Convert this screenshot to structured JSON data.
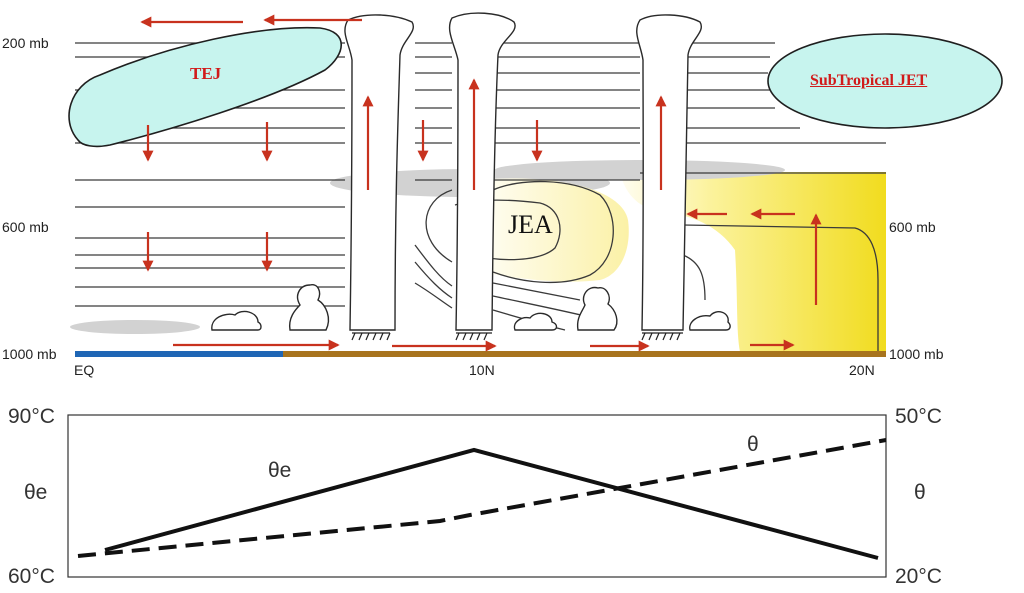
{
  "upper_panel": {
    "pressure_levels": {
      "top": "200 mb",
      "mid_left": "600 mb",
      "mid_right": "600 mb",
      "bottom_left": "1000 mb",
      "bottom_right": "1000 mb"
    },
    "latitudes": {
      "eq": "EQ",
      "ten_n": "10N",
      "twenty_n": "20N"
    },
    "features": {
      "tej": "TEJ",
      "subtropical_jet": "SubTropical JET",
      "jea": "JEA"
    }
  },
  "lower_panel": {
    "left_axis": {
      "top": "90°C",
      "bottom": "60°C",
      "title": "θe"
    },
    "right_axis": {
      "top": "50°C",
      "bottom": "20°C",
      "title": "θ"
    },
    "curve_labels": {
      "theta_e": "θe",
      "theta": "θ"
    }
  },
  "colors": {
    "tej_fill": "#c7f4ee",
    "arrow": "#c8321e",
    "ocean": "#1f66b5",
    "land": "#a8741e",
    "sahara": "#f5e23a",
    "cloud_shade": "#cfcfcf"
  }
}
